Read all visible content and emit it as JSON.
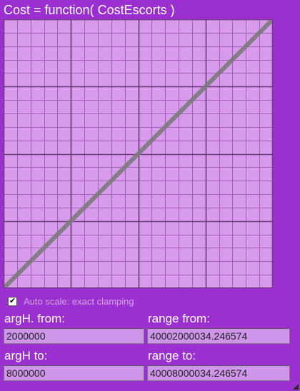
{
  "title": "Cost = function( CostEscorts )",
  "plot": {
    "background": "#d89aeb",
    "major_grid_color": "#6a3a78",
    "minor_grid_color": "#a25db6",
    "line_color": "#7a7a7a",
    "major_divisions": 4,
    "minor_per_major": 5,
    "curve": [
      [
        0,
        0
      ],
      [
        1,
        1
      ]
    ]
  },
  "autoscale": {
    "checked": true,
    "label": "Auto scale: exact clamping"
  },
  "arg_from": {
    "label": "argH. from:",
    "value": "2000000"
  },
  "range_from": {
    "label": "range from:",
    "value": "40002000034.246574"
  },
  "arg_to": {
    "label": "argH to:",
    "value": "8000000"
  },
  "range_to": {
    "label": "range to:",
    "value": "40008000034.246574"
  }
}
